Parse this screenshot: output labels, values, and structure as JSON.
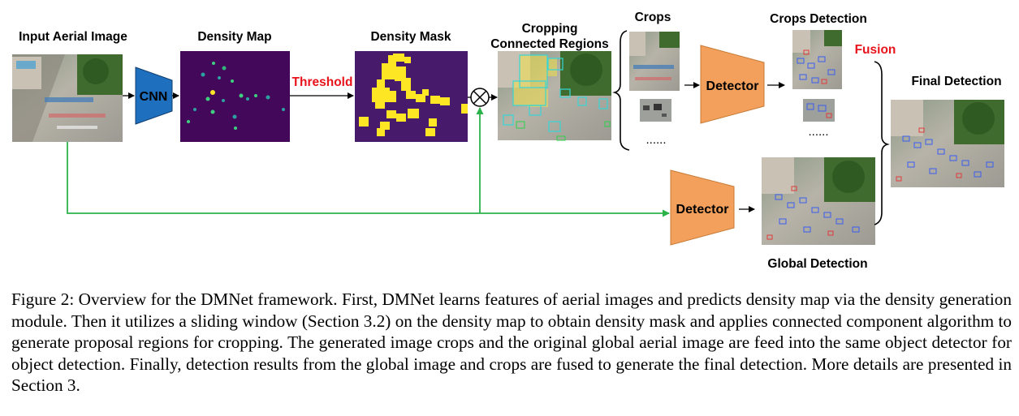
{
  "labels": {
    "input": "Input Aerial Image",
    "density_map": "Density Map",
    "density_mask": "Density Mask",
    "cropping_line1": "Cropping",
    "cropping_line2": "Connected Regions",
    "crops": "Crops",
    "crops_detection": "Crops Detection",
    "fusion": "Fusion",
    "final_detection": "Final Detection",
    "global_detection": "Global Detection",
    "threshold": "Threshold",
    "cnn": "CNN",
    "detector": "Detector",
    "ellipsis": "......"
  },
  "caption": "Figure 2: Overview for the DMNet framework. First, DMNet learns features of aerial images and predicts density map via the density generation module. Then it utilizes a sliding window (Section 3.2) on the density map to obtain density mask and applies connected component algorithm to generate proposal regions for cropping. The generated image crops and the original global aerial image are feed into the same object detector for object detection. Finally, detection results from the global image and crops are fused to generate the final detection. More details are presented in Section 3.",
  "colors": {
    "cnn_block": "#1f6fbf",
    "detector_block": "#f2a05c",
    "skip_arrow": "#2bb34a",
    "fusion_text": "#e8131b",
    "density_map_bg": "#44085a",
    "density_mask_bg": "#481a6c",
    "mask_blob": "#fde725"
  }
}
